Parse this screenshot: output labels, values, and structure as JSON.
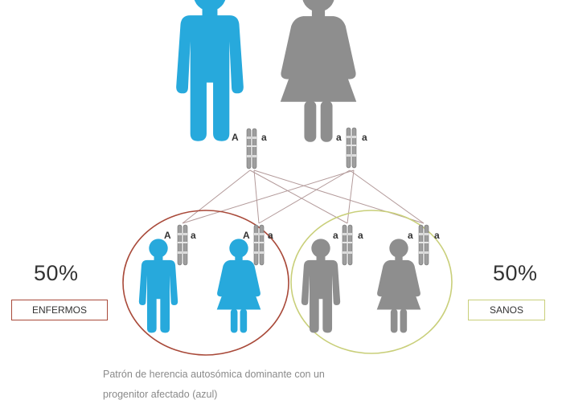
{
  "colors": {
    "affected": "#27a9dc",
    "healthy": "#8e8e8e",
    "affected_circle": "#a94a3a",
    "healthy_circle": "#c9cf7a",
    "lines": "#b39a9a"
  },
  "icons": {
    "father": "man-silhouette-icon",
    "mother": "woman-silhouette-icon",
    "chromosome": "chromosome-pair-icon"
  },
  "parents": {
    "father": {
      "alleles": [
        "A",
        "a"
      ]
    },
    "mother": {
      "alleles": [
        "a",
        "a"
      ]
    }
  },
  "children": [
    {
      "alleles": [
        "A",
        "a"
      ],
      "sex": "male",
      "status": "affected"
    },
    {
      "alleles": [
        "A",
        "a"
      ],
      "sex": "female",
      "status": "affected"
    },
    {
      "alleles": [
        "a",
        "a"
      ],
      "sex": "male",
      "status": "healthy"
    },
    {
      "alleles": [
        "a",
        "a"
      ],
      "sex": "female",
      "status": "healthy"
    }
  ],
  "groups": {
    "affected": {
      "percent": "50%",
      "label": "ENFERMOS"
    },
    "healthy": {
      "percent": "50%",
      "label": "SANOS"
    }
  },
  "caption": {
    "line1": "Patrón de herencia autosómica dominante con un",
    "line2": "progenitor afectado (azul)"
  }
}
